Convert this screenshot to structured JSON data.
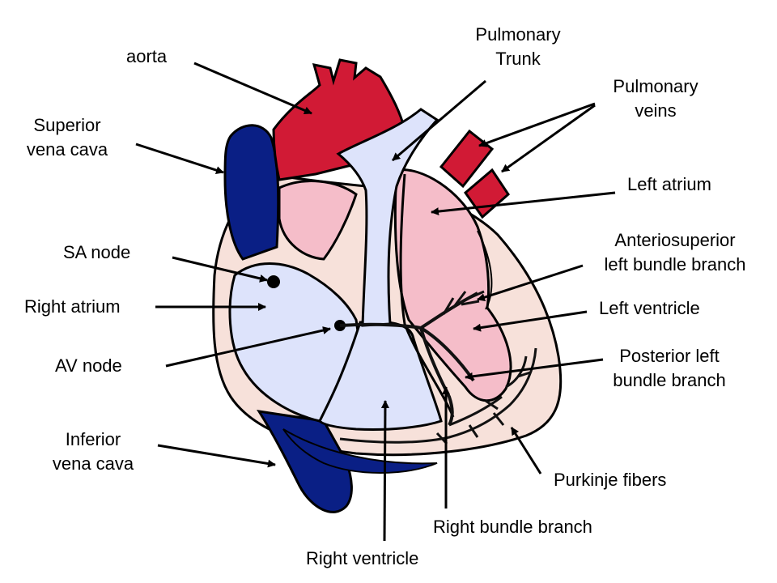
{
  "colors": {
    "oxygenated": "#d11a35",
    "deoxygenated": "#0a1f85",
    "right_chambers": "#dde3fb",
    "left_chambers": "#f5bdc9",
    "wall": "#f7e1da",
    "conduction": "#111111"
  },
  "labels": {
    "aorta": "aorta",
    "pulmonary_trunk": [
      "Pulmonary",
      "Trunk"
    ],
    "pulmonary_veins": [
      "Pulmonary",
      "veins"
    ],
    "superior_vena_cava": [
      "Superior",
      "vena cava"
    ],
    "left_atrium": "Left atrium",
    "sa_node": "SA node",
    "anteriosuperior_lbb": [
      "Anteriosuperior",
      "left bundle branch"
    ],
    "right_atrium": "Right atrium",
    "left_ventricle": "Left ventricle",
    "av_node": "AV node",
    "posterior_lbb": [
      "Posterior left",
      "bundle branch"
    ],
    "inferior_vena_cava": [
      "Inferior",
      "vena cava"
    ],
    "purkinje_fibers": "Purkinje fibers",
    "right_bundle_branch": "Right bundle branch",
    "right_ventricle": "Right ventricle"
  }
}
